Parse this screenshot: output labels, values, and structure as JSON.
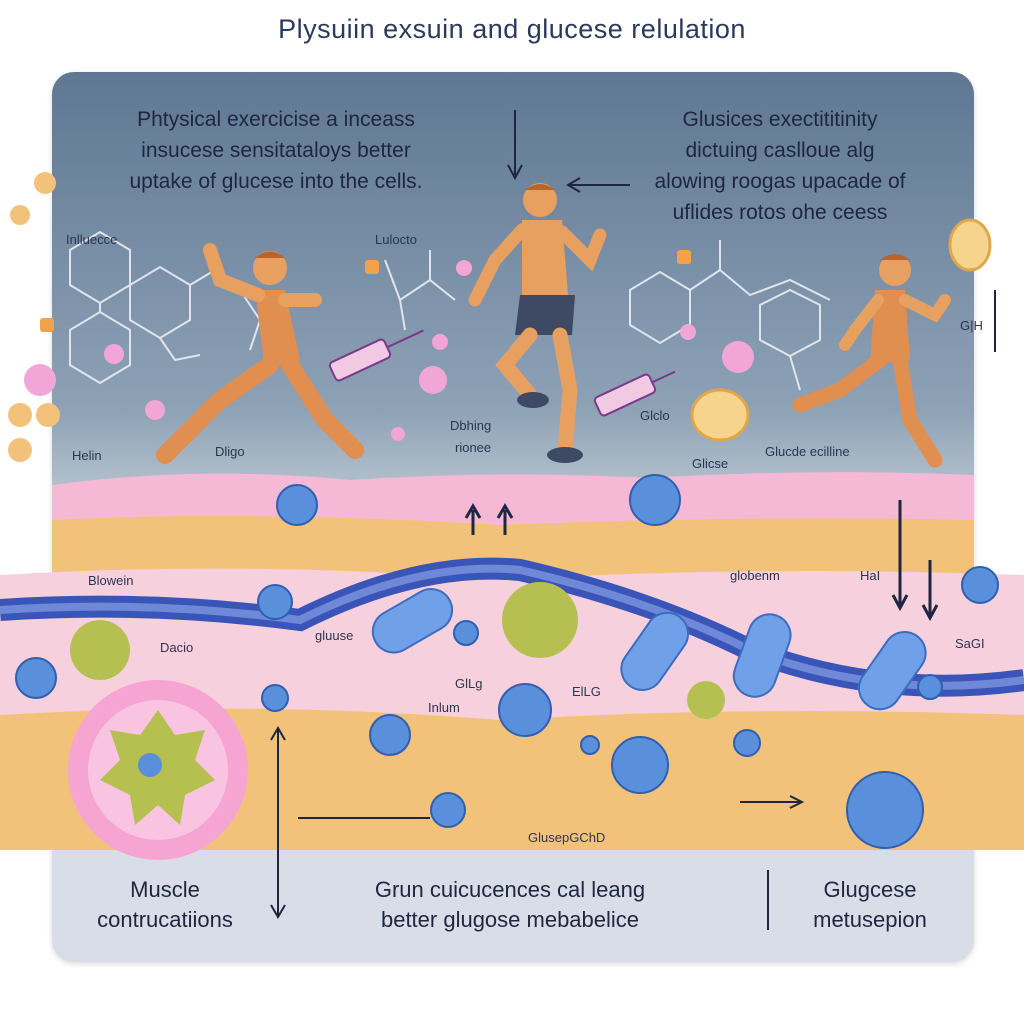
{
  "title": "Plysuiin exsuin and glucese relulation",
  "intro_left": [
    "Phtysical exercicise a inceass",
    "insucese sensitataloys better",
    "uptake of glucese into the cells."
  ],
  "intro_right": [
    "Glusices exectititinity",
    "dictuing caslloue alg",
    "alowing roogas upacade of",
    "uflides rotos ohe ceess"
  ],
  "labels": {
    "influence": "Inlluecce",
    "lulocto": "Lulocto",
    "helin": "Helin",
    "dligo": "Dligo",
    "dbhing": "Dbhing",
    "rionee": "rionee",
    "glcio": "Glclo",
    "glicse": "Glicse",
    "glucde_ecilline": "Glucde ecilline",
    "gh": "G|H",
    "blowein": "Blowein",
    "glgbennm": "globenm",
    "hal": "HaI",
    "dacio": "Dacio",
    "gluuse": "gluuse",
    "glig": "GlLg",
    "inlum": "Inlum",
    "elg": "ElLG",
    "saghi": "SaGI",
    "glusepgchd": "GlusepGChD"
  },
  "bottom": {
    "left": [
      "Muscle",
      "contrucatiions"
    ],
    "center": [
      "Grun cuicucences cal leang",
      "better  glugose mebabelice"
    ],
    "right": [
      "Glugcese",
      "metusepion"
    ]
  },
  "colors": {
    "skin": "#e8a060",
    "glucose": "#5a8fdc",
    "vessel": "#3a55b8",
    "pink_cells": "#f4a8cc",
    "fat_cells": "#f3c27a"
  }
}
